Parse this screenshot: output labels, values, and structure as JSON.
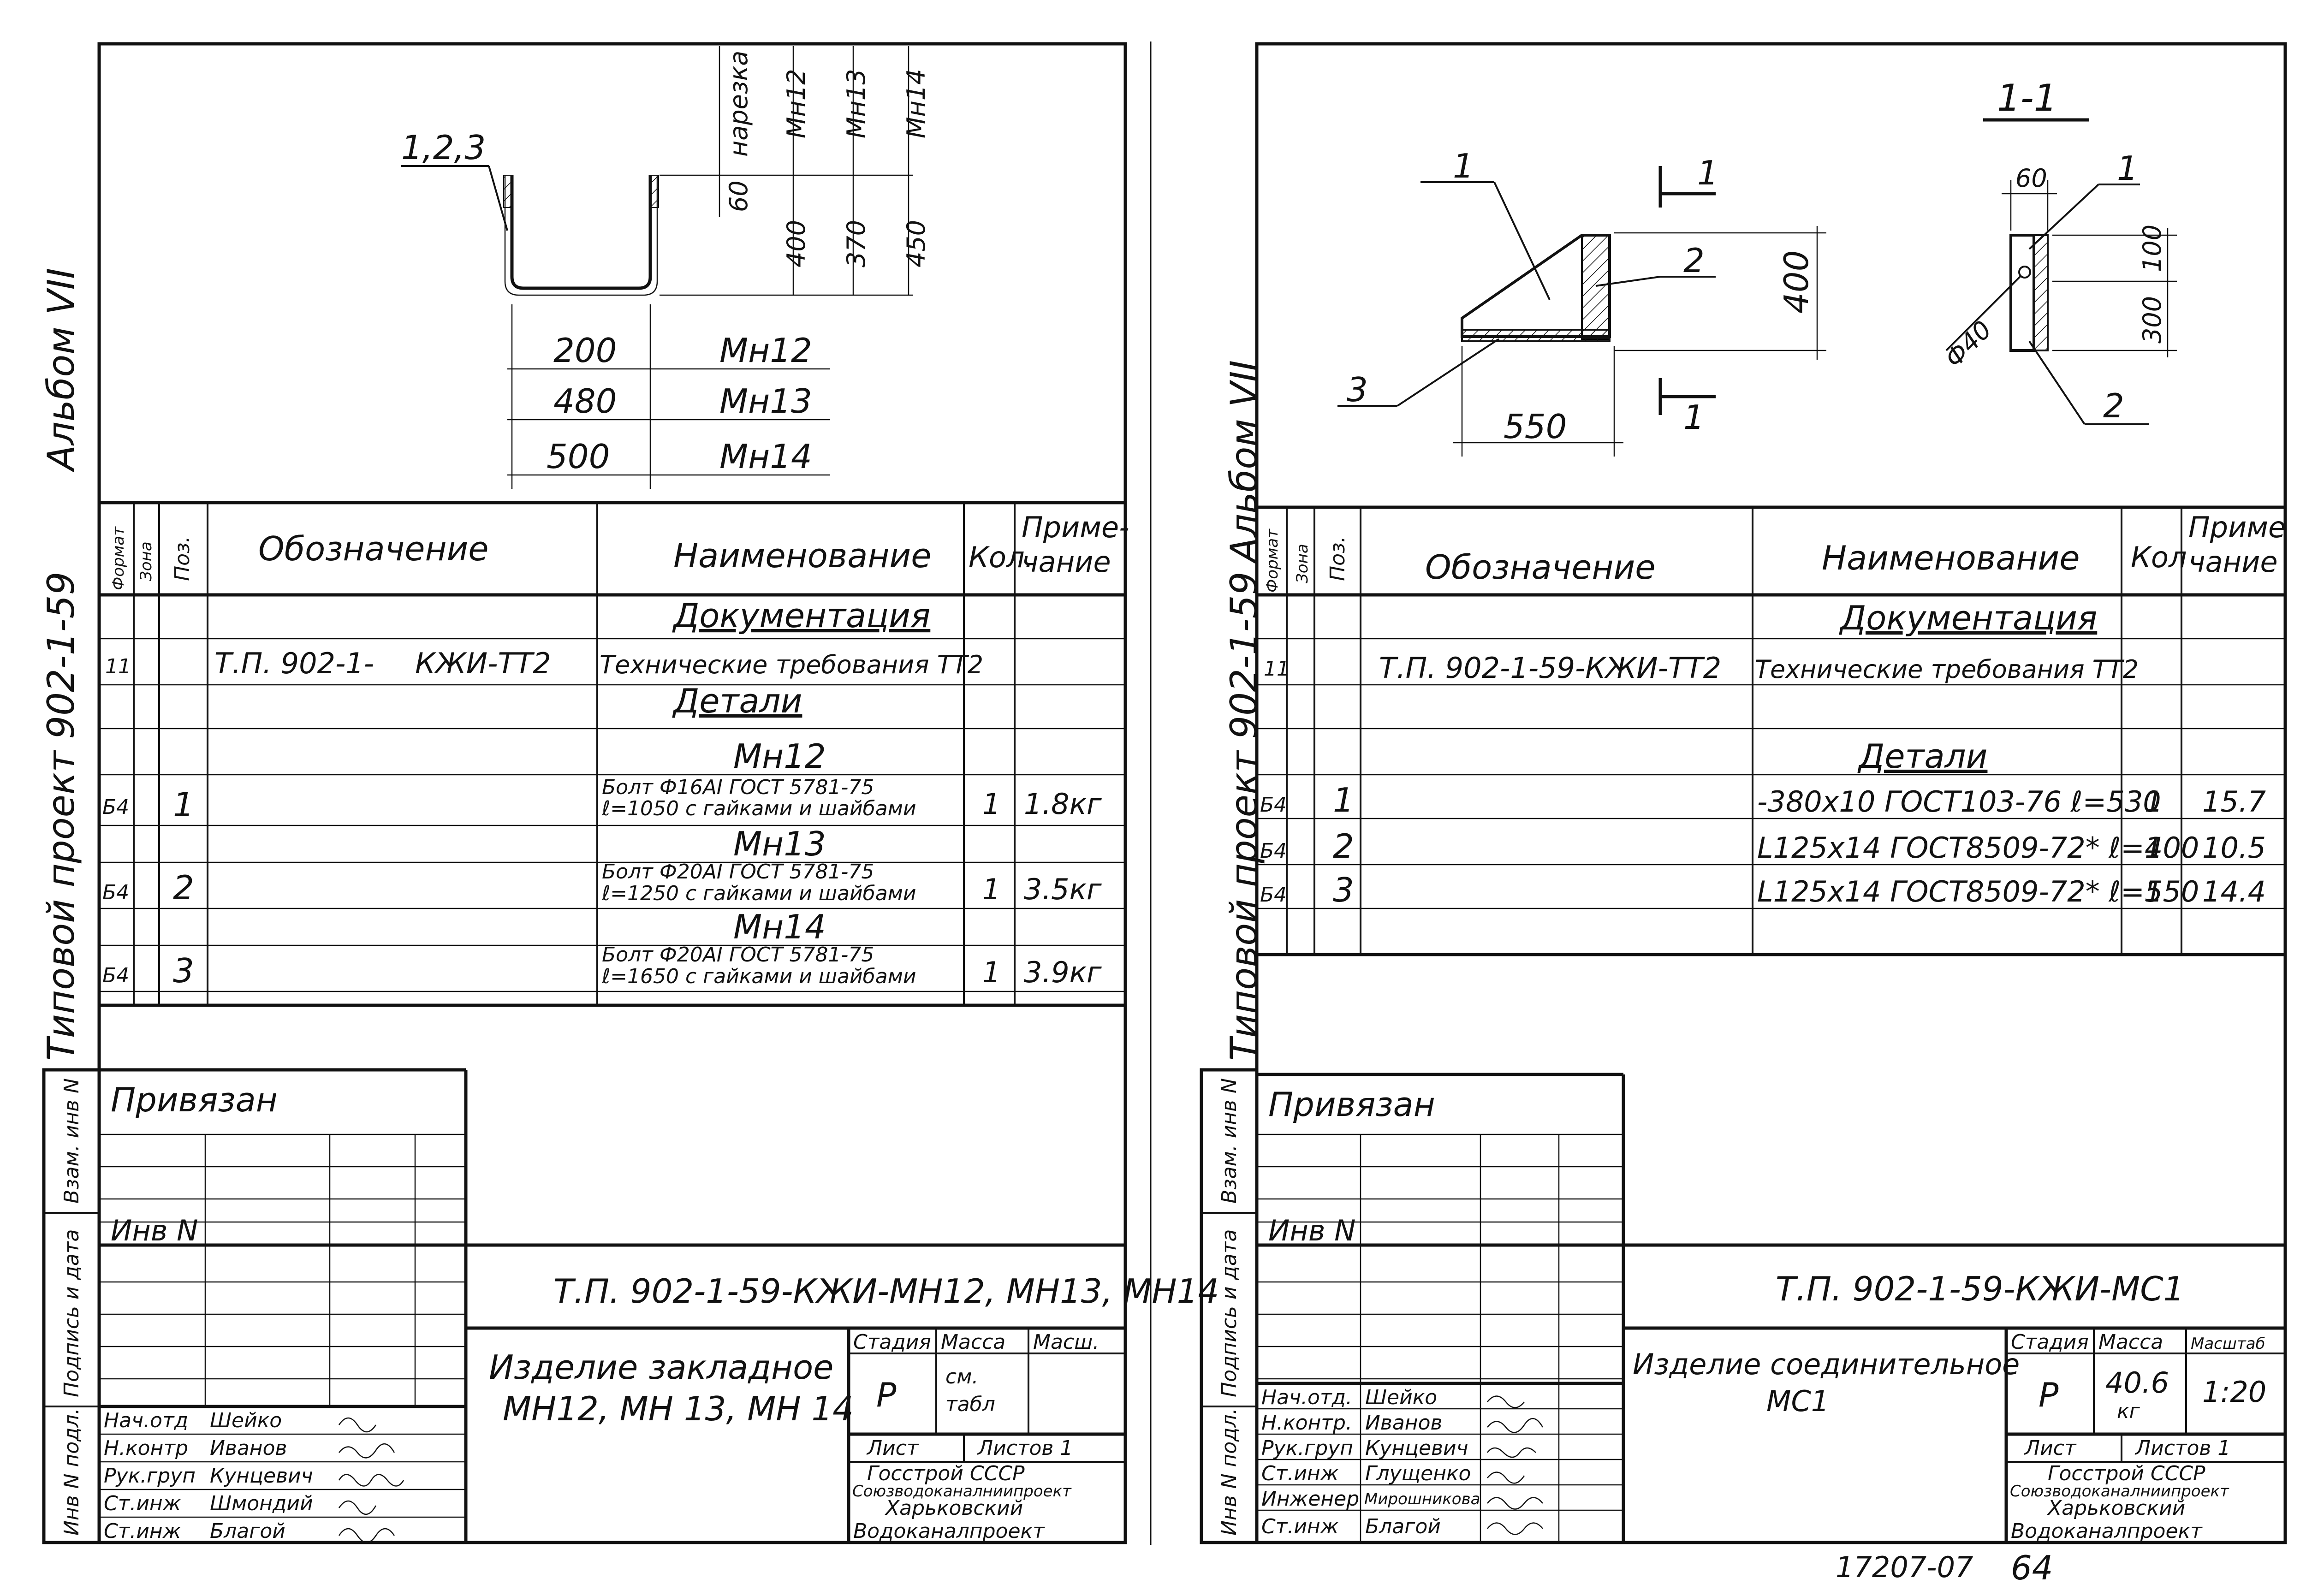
{
  "left": {
    "album_label": "Альбом VII",
    "project_label": "Типовой проект 902-1-59",
    "drawing": {
      "leader": "1,2,3",
      "dims_vertical": [
        "60",
        "400",
        "370",
        "450"
      ],
      "dims_headers": [
        "нарезка",
        "Мн12",
        "Мн13",
        "Мн14"
      ],
      "dims_widths": [
        "200",
        "480",
        "500"
      ],
      "dims_width_marks": [
        "Мн12",
        "Мн13",
        "Мн14"
      ]
    },
    "spec": {
      "headers": {
        "format": "Формат",
        "zone": "Зона",
        "pos": "Поз.",
        "designation": "Обозначение",
        "name": "Наименование",
        "qty": "Кол.",
        "note1": "Приме-",
        "note2": "чание"
      },
      "section_docs": "Документация",
      "doc_format": "11",
      "doc_designation_a": "Т.П. 902-1-",
      "doc_designation_b": "КЖИ-ТТ2",
      "doc_name": "Технические требования ТТ2",
      "section_parts": "Детали",
      "groups": [
        {
          "mark": "Мн12",
          "format": "Б4",
          "pos": "1",
          "line1": "Болт Ф16АI ГОСТ 5781-75",
          "line2": "ℓ=1050 с гайками и шайбами",
          "qty": "1",
          "note": "1.8кг"
        },
        {
          "mark": "Мн13",
          "format": "Б4",
          "pos": "2",
          "line1": "Болт Ф20АI ГОСТ 5781-75",
          "line2": "ℓ=1250 с гайками и шайбами",
          "qty": "1",
          "note": "3.5кг"
        },
        {
          "mark": "Мн14",
          "format": "Б4",
          "pos": "3",
          "line1": "Болт Ф20АI ГОСТ 5781-75",
          "line2": "ℓ=1650 с гайками и шайбами",
          "qty": "1",
          "note": "3.9кг"
        }
      ]
    },
    "stamp": {
      "tied": "Привязан",
      "inv": "Инв N",
      "side_labels": [
        "Взам. инв N",
        "Подпись и дата",
        "Инв N подл."
      ],
      "doc_code": "Т.П. 902-1-59-КЖИ-МН12, МН13, МН14",
      "item_line1": "Изделие закладное",
      "item_line2": "МН12, МН 13, МН 14",
      "stage_label": "Стадия",
      "mass_label": "Масса",
      "scale_label": "Масш.",
      "stage": "Р",
      "mass_line1": "см.",
      "mass_line2": "табл",
      "sheet_label": "Лист",
      "sheets_label": "Листов 1",
      "org1": "Госстрой СССР",
      "org2": "Союзводоканалниипроект",
      "org3": "Харьковский",
      "org4": "Водоканалпроект",
      "staff": [
        {
          "role": "Нач.отд",
          "name": "Шейко"
        },
        {
          "role": "Н.контр",
          "name": "Иванов"
        },
        {
          "role": "Рук.груп",
          "name": "Кунцевич"
        },
        {
          "role": "Ст.инж",
          "name": "Шмондий"
        },
        {
          "role": "Ст.инж",
          "name": "Благой"
        }
      ]
    }
  },
  "right": {
    "album_label": "Альбом VII",
    "project_label": "Типовой проект 902-1-59",
    "drawing": {
      "section_title": "1-1",
      "dims": [
        "550",
        "400",
        "60",
        "100",
        "300"
      ],
      "hole": "Ф40",
      "callouts": [
        "1",
        "2",
        "3",
        "1",
        "2"
      ],
      "section_marks": [
        "1",
        "1"
      ]
    },
    "spec": {
      "headers": {
        "format": "Формат",
        "zone": "Зона",
        "pos": "Поз.",
        "designation": "Обозначение",
        "name": "Наименование",
        "qty": "Кол",
        "note1": "Приме",
        "note2": "чание"
      },
      "section_docs": "Документация",
      "doc_format": "11",
      "doc_designation": "Т.П. 902-1-59-КЖИ-ТТ2",
      "doc_name": "Технические требования ТТ2",
      "section_parts": "Детали",
      "rows": [
        {
          "format": "Б4",
          "pos": "1",
          "name": "-380х10 ГОСТ103-76 ℓ=530",
          "qty": "1",
          "note": "15.7"
        },
        {
          "format": "Б4",
          "pos": "2",
          "name": "L125х14 ГОСТ8509-72* ℓ=400",
          "qty": "1",
          "note": "10.5"
        },
        {
          "format": "Б4",
          "pos": "3",
          "name": "L125х14 ГОСТ8509-72* ℓ=550",
          "qty": "1",
          "note": "14.4"
        }
      ]
    },
    "stamp": {
      "tied": "Привязан",
      "inv": "Инв N",
      "side_labels": [
        "Взам. инв N",
        "Подпись и дата",
        "Инв N подл."
      ],
      "doc_code": "Т.П. 902-1-59-КЖИ-МС1",
      "item_line1": "Изделие   соединительное",
      "item_line2": "МС1",
      "stage_label": "Стадия",
      "mass_label": "Масса",
      "scale_label": "Масштаб",
      "stage": "Р",
      "mass_line1": "40.6",
      "mass_line2": "кг",
      "scale": "1:20",
      "sheet_label": "Лист",
      "sheets_label": "Листов 1",
      "org1": "Госстрой СССР",
      "org2": "Союзводоканалниипроект",
      "org3": "Харьковский",
      "org4": "Водоканалпроект",
      "staff": [
        {
          "role": "Нач.отд.",
          "name": "Шейко"
        },
        {
          "role": "Н.контр.",
          "name": "Иванов"
        },
        {
          "role": "Рук.груп",
          "name": "Кунцевич"
        },
        {
          "role": "Ст.инж",
          "name": "Глущенко"
        },
        {
          "role": "Инженер",
          "name": "Мирошникова"
        },
        {
          "role": "Ст.инж",
          "name": "Благой"
        }
      ]
    }
  },
  "footer": {
    "archive_no": "17207-07",
    "page_no": "64"
  }
}
